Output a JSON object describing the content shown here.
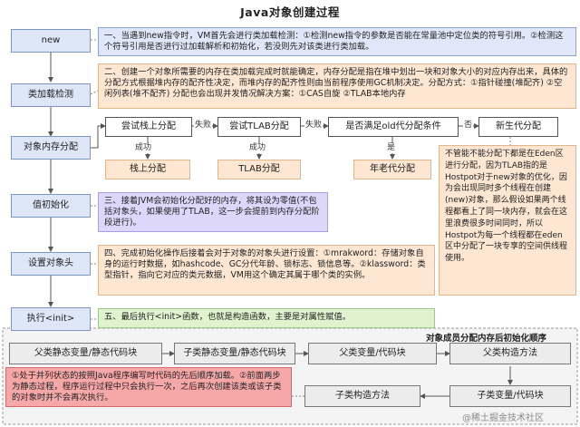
{
  "title": "Java对象创建过程",
  "stages": {
    "new": "new",
    "class_load_check": "类加载检测",
    "memory_alloc": "对象内存分配",
    "zero_init": "值初始化",
    "set_header": "设置对象头",
    "exec_init": "执行<init>"
  },
  "notes": {
    "new": "一、当遇到new指令时，VM首先会进行类加载检测：①检测new指令的参数是否能在常量池中定位类的符号引用。②检测这个符号引用是否进行过加载解析和初始化，若没则先对该类进行类加载。",
    "class_load": "二、创建一个对象所需要的内存在类加载完成时就能确定，内存分配是指在堆中划出一块和对象大小的对应内存出来，具体的分配方式根据堆内存的配齐性决定，而堆内存的配齐性则由当前程序使用GC机制决定。分配方式：①指针碰撞(堆配齐)  ②空闲列表(堆不配齐)    分配也会出现并发情况解决方案：①CAS自旋  ②TLAB本地内存",
    "zero_init": "三、接着JVM会初始化分配好的内存，将其设为零值(不包括对象头，如果使用了TLAB，这一步会提前到内存分配阶段进行)。",
    "set_header": "四、完成初始化操作后接着会对于对象的对象头进行设置：①mrakword：存储对象自身的运行时数据，如hashcode、GC分代年龄、锁标志、锁信息等。②klassword：类型指针，指向它对应的类元数据，VM用这个确定其属于哪个类的实例。",
    "exec_init": "五、最后执行<init>函数，也就是构造函数，主要是对属性赋值。",
    "eden": "不管能不能分配下都是在Eden区进行分配，因为TLAB指的是Hostpot对于new对象的优化，因为会出现同时多个线程在创建(new)对象，那么假设如果两个线程都看上了同一块内存，就会在这里浪费很多时间同时，所以Hostpot为每一个线程都在eden区中分配了一块专享的空间供线程使用。",
    "order": "①处于并列状态的按照Java程序编写时代码的先后顺序加载。②前面两步为静态过程，程序运行过程中只会执行一次，之后再次创建该类或该子类的对象时并不会再次执行。"
  },
  "alloc": {
    "try_stack": "尝试栈上分配",
    "try_tlab": "尝试TLAB分配",
    "check_old": "是否满足old代分配条件",
    "young": "新生代分配",
    "stack": "栈上分配",
    "tlab": "TLAB分配",
    "old": "年老代分配",
    "fail1": "失败",
    "fail2": "失败",
    "no": "否",
    "succ1": "成功",
    "succ2": "成功",
    "yes": "是"
  },
  "init_order": {
    "title": "对象成员分配内存后初始化顺序",
    "parent_static": "父类静态变量/静态代码块",
    "child_static": "子类静态变量/静态代码块",
    "parent_var": "父类变量/代码块",
    "parent_ctor": "父类构造方法",
    "child_var": "子类变量/代码块",
    "child_ctor": "子类构造方法"
  },
  "watermark": "@稀土掘金技术社区"
}
